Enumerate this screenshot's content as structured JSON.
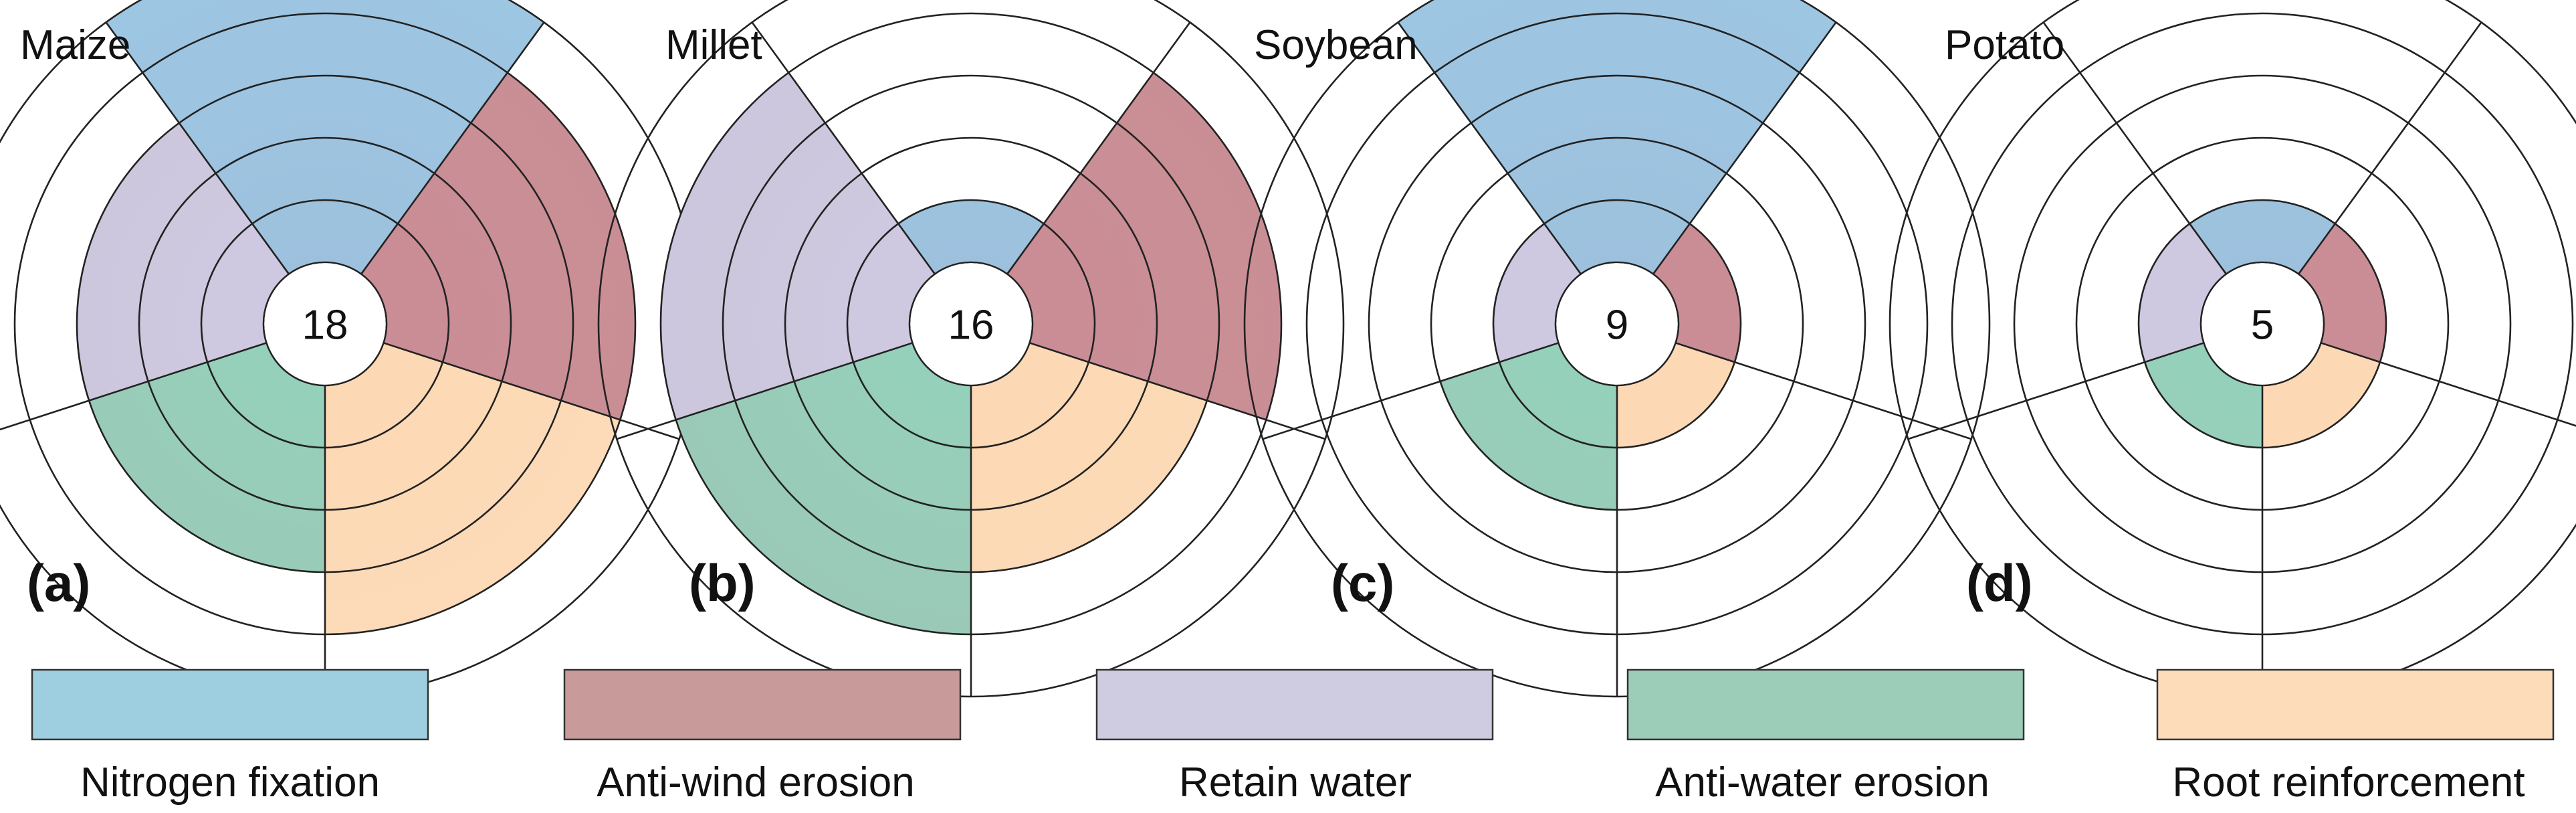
{
  "chart_data": [
    {
      "type": "polar-area",
      "panel": "(a)",
      "crop": "Maize",
      "total": "18",
      "levels": 5,
      "values": [
        {
          "category": "Nitrogen fixation",
          "value": 5
        },
        {
          "category": "Anti-wind erosion",
          "value": 4
        },
        {
          "category": "Root reinforcement",
          "value": 4
        },
        {
          "category": "Anti-water erosion",
          "value": 3
        },
        {
          "category": "Retain water",
          "value": 3
        }
      ]
    },
    {
      "type": "polar-area",
      "panel": "(b)",
      "crop": "Millet",
      "total": "16",
      "levels": 5,
      "values": [
        {
          "category": "Nitrogen fixation",
          "value": 1
        },
        {
          "category": "Anti-wind erosion",
          "value": 4
        },
        {
          "category": "Root reinforcement",
          "value": 3
        },
        {
          "category": "Anti-water erosion",
          "value": 4
        },
        {
          "category": "Retain water",
          "value": 4
        }
      ]
    },
    {
      "type": "polar-area",
      "panel": "(c)",
      "crop": "Soybean",
      "total": "9",
      "levels": 5,
      "values": [
        {
          "category": "Nitrogen fixation",
          "value": 5
        },
        {
          "category": "Anti-wind erosion",
          "value": 1
        },
        {
          "category": "Root reinforcement",
          "value": 1
        },
        {
          "category": "Anti-water erosion",
          "value": 2
        },
        {
          "category": "Retain water",
          "value": 1
        }
      ]
    },
    {
      "type": "polar-area",
      "panel": "(d)",
      "crop": "Potato",
      "total": "5",
      "levels": 5,
      "values": [
        {
          "category": "Nitrogen fixation",
          "value": 1
        },
        {
          "category": "Anti-wind erosion",
          "value": 1
        },
        {
          "category": "Root reinforcement",
          "value": 1
        },
        {
          "category": "Anti-water erosion",
          "value": 1
        },
        {
          "category": "Retain water",
          "value": 1
        }
      ]
    }
  ],
  "legend": [
    {
      "label": "Nitrogen fixation",
      "color": "#9ecfe0"
    },
    {
      "label": "Anti-wind erosion",
      "color": "#c99a9a"
    },
    {
      "label": "Retain water",
      "color": "#cfcbe0"
    },
    {
      "label": "Anti-water erosion",
      "color": "#9ccdb9"
    },
    {
      "label": "Root reinforcement",
      "color": "#fddcb9"
    }
  ],
  "sector_colors": {
    "Nitrogen fixation": {
      "outer": "#9dc6e3",
      "inner": "#9dc0dc"
    },
    "Anti-wind erosion": {
      "outer": "#c98e95",
      "inner": "#cb8d96"
    },
    "Retain water": {
      "outer": "#ccc6dd",
      "inner": "#cfc9e1"
    },
    "Anti-water erosion": {
      "outer": "#9cc8b6",
      "inner": "#93d2bc"
    },
    "Root reinforcement": {
      "outer": "#fddcb9",
      "inner": "#fdd7b3"
    }
  }
}
